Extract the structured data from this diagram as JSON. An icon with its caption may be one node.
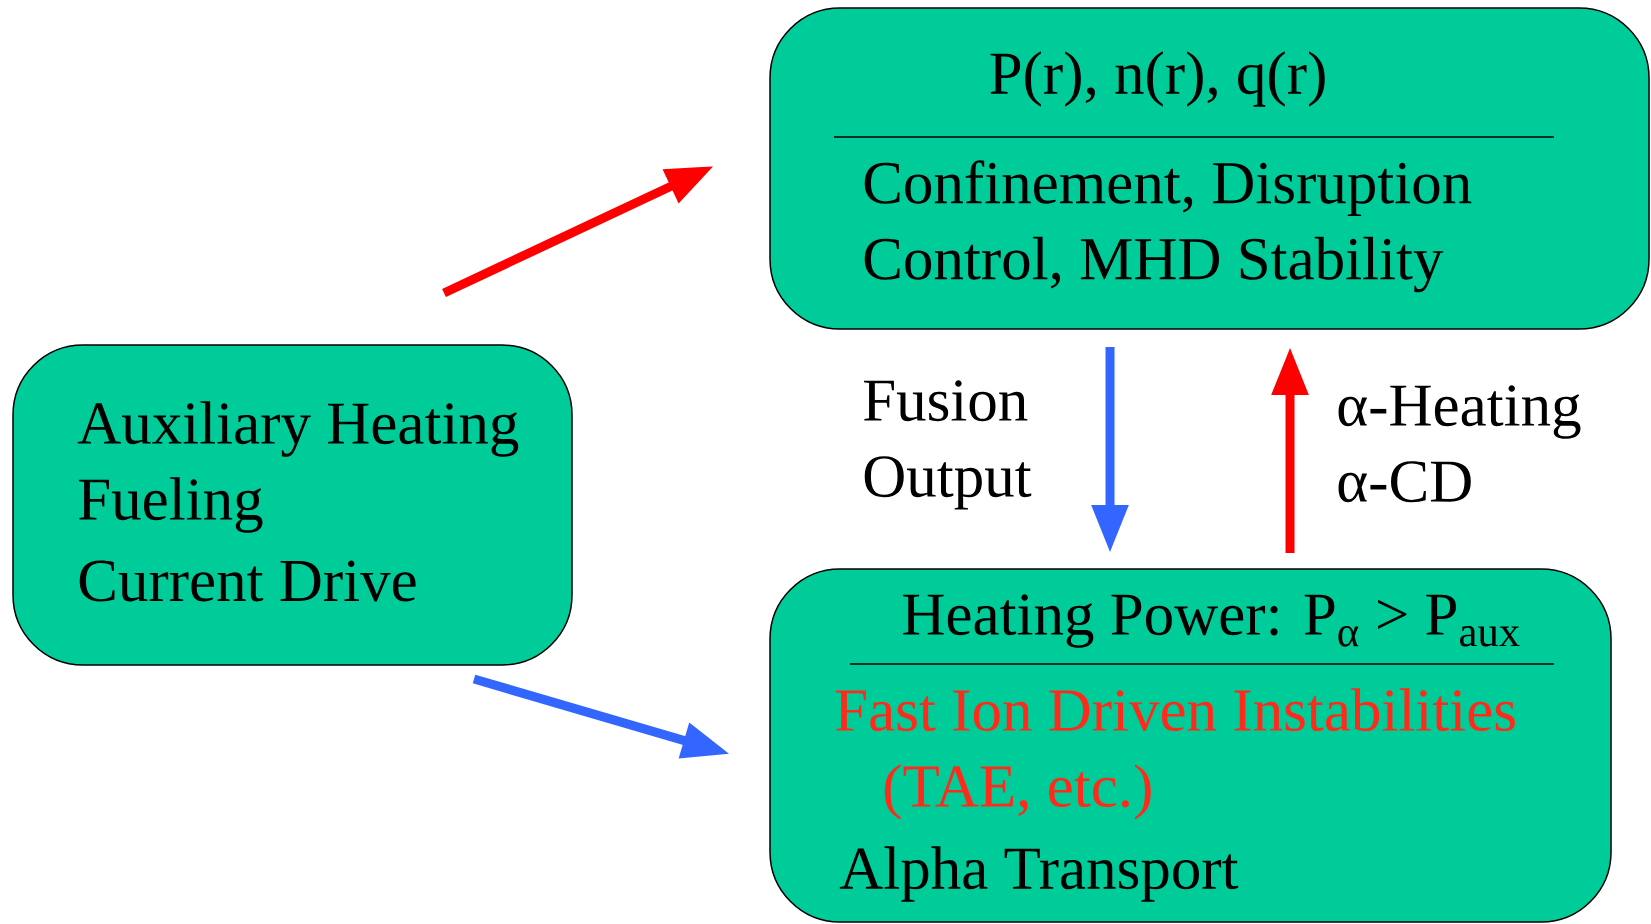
{
  "diagram": {
    "nodes": [
      {
        "text": [
          "Auxiliary Heating",
          "Fueling",
          "Current Drive"
        ]
      },
      {
        "text": [
          "P(r), n(r), q(r)",
          "Confinement, Disruption Control, MHD Stability"
        ]
      },
      {
        "text": [
          "Heating Power: P$_{α}$ > P$_{aux}$",
          "Fast Ion Driven Instabilities (TAE, etc.)",
          "Alpha Transport"
        ]
      }
    ],
    "edges": [
      {
        "from": 0,
        "to": 1,
        "arrow": "to",
        "color": "#ff0000"
      },
      {
        "from": 0,
        "to": 2,
        "arrow": "to",
        "color": "#3366ff"
      },
      {
        "from": 1,
        "to": 2,
        "arrow": "to",
        "color": "#3366ff",
        "label": "Fusion Output"
      },
      {
        "from": 2,
        "to": 1,
        "arrow": "to",
        "color": "#ff0000",
        "label": "α-Heating α-CD"
      }
    ]
  }
}
